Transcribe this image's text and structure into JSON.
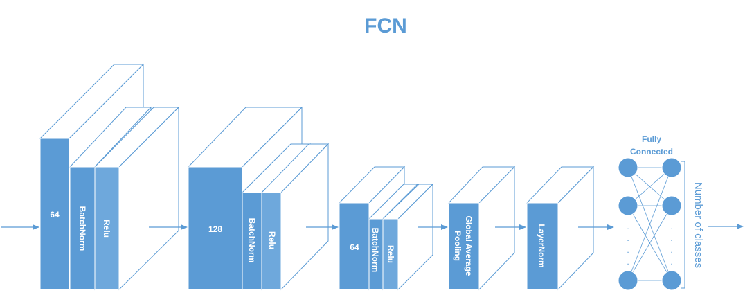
{
  "title": "FCN",
  "blocks": {
    "block1": {
      "conv": "64",
      "norm": "BatchNorm",
      "act": "Relu"
    },
    "block2": {
      "conv": "128",
      "norm": "BatchNorm",
      "act": "Relu"
    },
    "block3": {
      "conv": "64",
      "norm": "BatchNorm",
      "act": "Relu"
    },
    "gap": {
      "line1": "Global Average",
      "line2": "Pooling"
    },
    "layernorm": "LayerNorm"
  },
  "fc": {
    "title_line1": "Fully",
    "title_line2": "Connected",
    "output_label": "Number of classes",
    "ellipsis": "."
  },
  "colors": {
    "accent": "#5b9bd5",
    "accent_light": "#6ea8dc"
  }
}
